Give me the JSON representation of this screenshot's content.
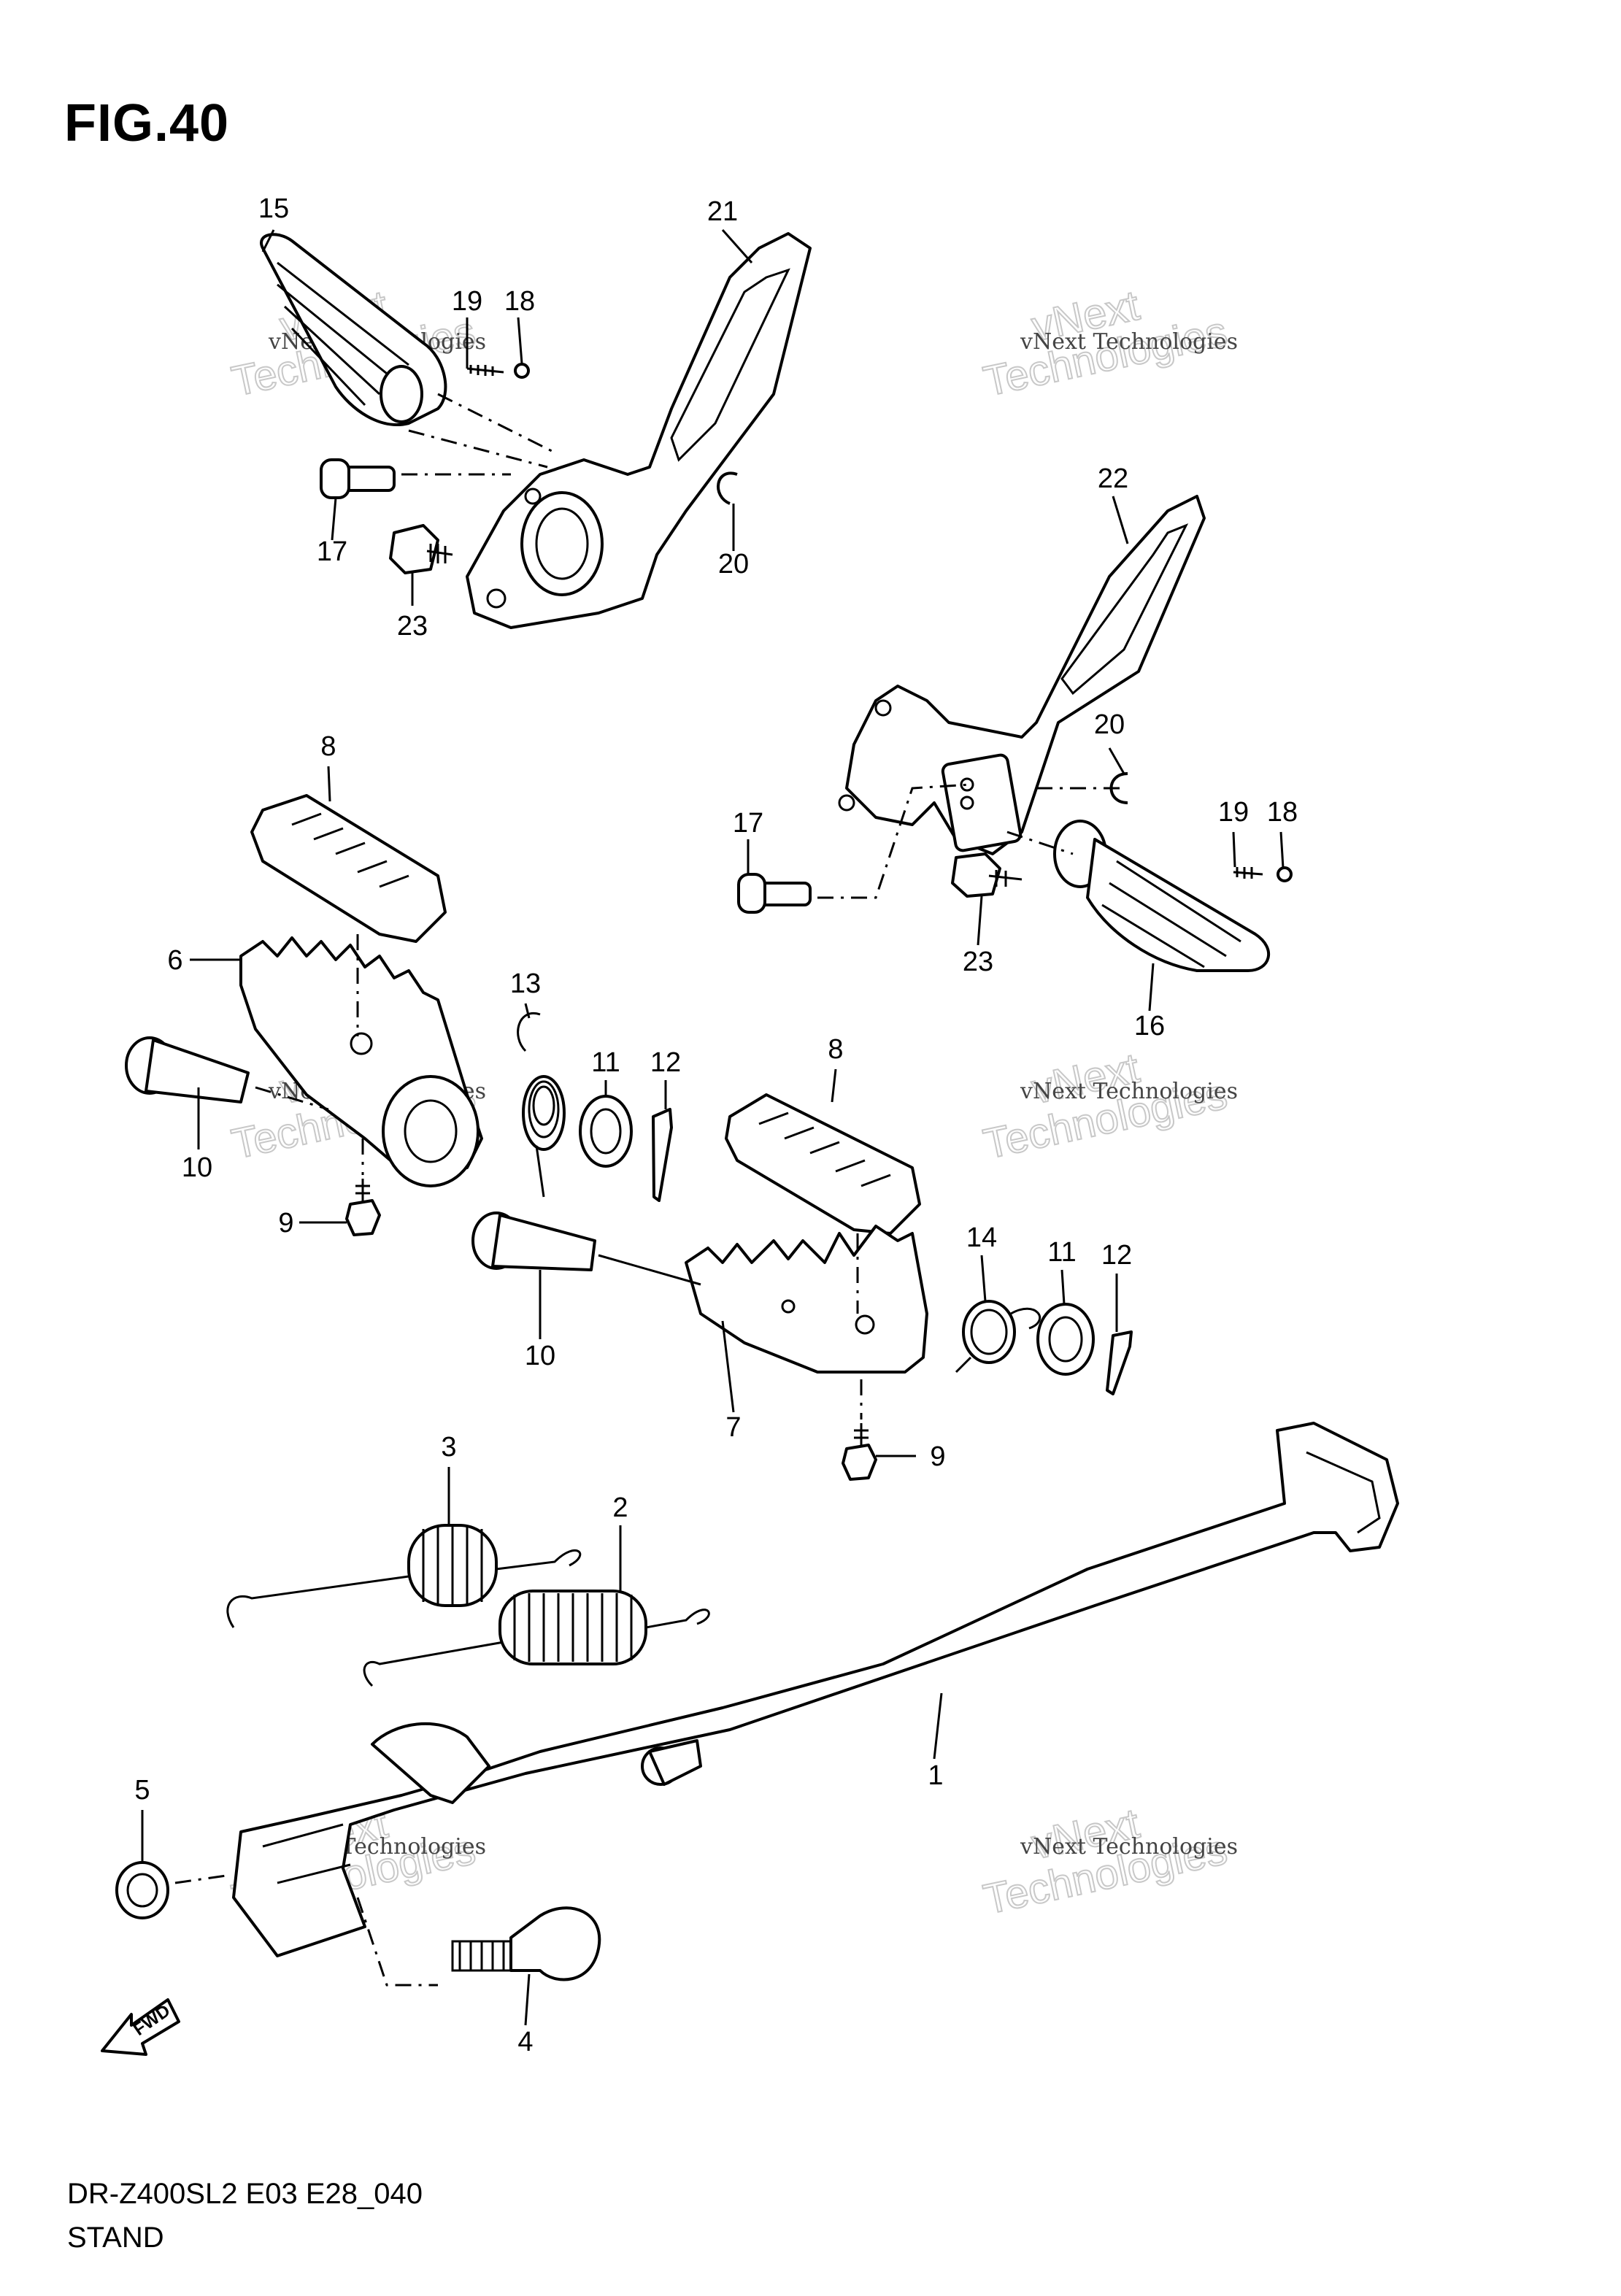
{
  "figure": {
    "title": "FIG.40",
    "code": "DR-Z400SL2 E03 E28_040",
    "name": "STAND"
  },
  "watermark": {
    "small": "vNext Technologies",
    "big_top": "vNext",
    "big_bottom": "Technologies"
  },
  "fwd_label": "FWD",
  "callouts": [
    {
      "id": "15",
      "label": "15"
    },
    {
      "id": "21",
      "label": "21"
    },
    {
      "id": "19a",
      "label": "19"
    },
    {
      "id": "18a",
      "label": "18"
    },
    {
      "id": "17a",
      "label": "17"
    },
    {
      "id": "23a",
      "label": "23"
    },
    {
      "id": "20a",
      "label": "20"
    },
    {
      "id": "22",
      "label": "22"
    },
    {
      "id": "20b",
      "label": "20"
    },
    {
      "id": "17b",
      "label": "17"
    },
    {
      "id": "19b",
      "label": "19"
    },
    {
      "id": "18b",
      "label": "18"
    },
    {
      "id": "23b",
      "label": "23"
    },
    {
      "id": "16",
      "label": "16"
    },
    {
      "id": "8a",
      "label": "8"
    },
    {
      "id": "6",
      "label": "6"
    },
    {
      "id": "13",
      "label": "13"
    },
    {
      "id": "11a",
      "label": "11"
    },
    {
      "id": "12a",
      "label": "12"
    },
    {
      "id": "10a",
      "label": "10"
    },
    {
      "id": "9a",
      "label": "9"
    },
    {
      "id": "8b",
      "label": "8"
    },
    {
      "id": "10b",
      "label": "10"
    },
    {
      "id": "14",
      "label": "14"
    },
    {
      "id": "11b",
      "label": "11"
    },
    {
      "id": "12b",
      "label": "12"
    },
    {
      "id": "7",
      "label": "7"
    },
    {
      "id": "9b",
      "label": "9"
    },
    {
      "id": "3",
      "label": "3"
    },
    {
      "id": "2",
      "label": "2"
    },
    {
      "id": "1",
      "label": "1"
    },
    {
      "id": "5",
      "label": "5"
    },
    {
      "id": "4",
      "label": "4"
    }
  ]
}
